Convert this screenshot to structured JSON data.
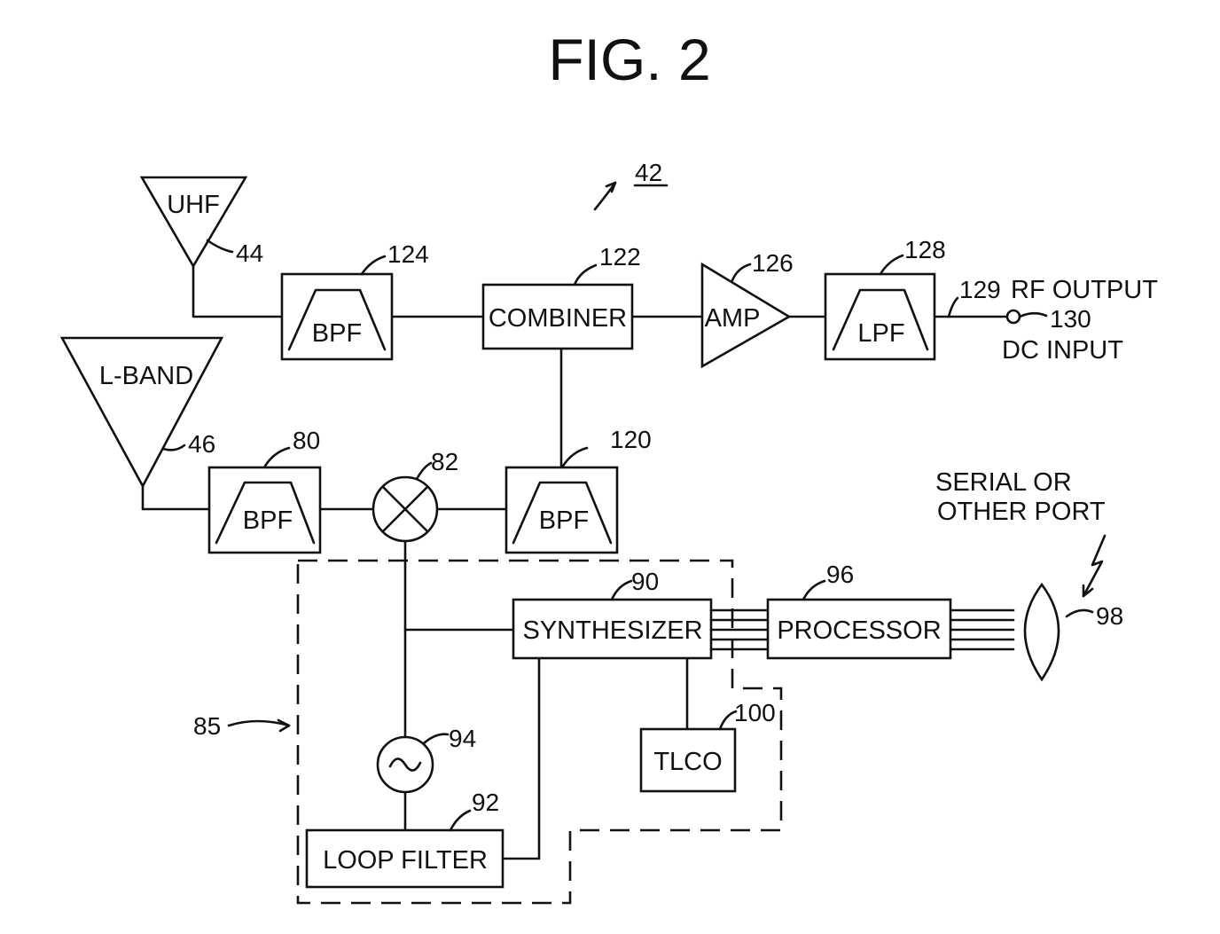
{
  "figure": {
    "title": "FIG. 2"
  },
  "refs": {
    "system": "42",
    "uhf_antenna": "44",
    "lband_antenna": "46",
    "bpf_uhf": "124",
    "combiner": "122",
    "amp": "126",
    "lpf": "128",
    "rf_line": "129",
    "output_port": "130",
    "bpf_lband": "80",
    "mixer": "82",
    "bpf_if": "120",
    "synth_group": "85",
    "synthesizer": "90",
    "processor": "96",
    "connector": "98",
    "oscillator": "94",
    "tlco": "100",
    "loop_filter": "92"
  },
  "blocks": {
    "uhf": "UHF",
    "lband": "L-BAND",
    "bpf": "BPF",
    "combiner": "COMBINER",
    "amp": "AMP",
    "lpf": "LPF",
    "synthesizer": "SYNTHESIZER",
    "processor": "PROCESSOR",
    "tlco": "TLCO",
    "loop_filter": "LOOP FILTER"
  },
  "ports": {
    "rf_output": "RF OUTPUT",
    "dc_input": "DC INPUT",
    "serial_line1": "SERIAL OR",
    "serial_line2": "OTHER PORT"
  }
}
